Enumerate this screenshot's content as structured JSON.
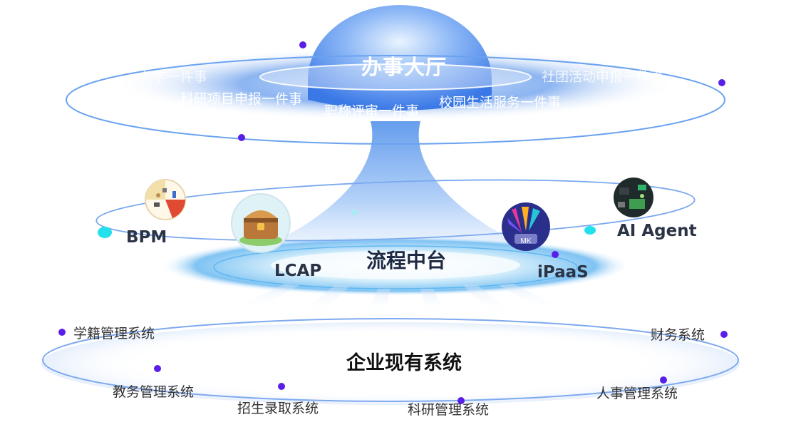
{
  "hall": {
    "title": "办事大厅",
    "items": [
      "入学一件事",
      "科研项目申报一件事",
      "职称评审一件事",
      "校园生活服务一件事",
      "社团活动申报一件事"
    ]
  },
  "platform": {
    "title": "流程中台",
    "items": [
      "BPM",
      "LCAP",
      "iPaaS",
      "AI Agent"
    ],
    "ipaas_badge": "MK"
  },
  "systems": {
    "title": "企业现有系统",
    "items": [
      "学籍管理系统",
      "财务系统",
      "教务管理系统",
      "招生录取系统",
      "科研管理系统",
      "人事管理系统"
    ]
  },
  "colors": {
    "primary_blue": "#3d7fe8",
    "ring_blue": "#6aa2f0",
    "dot_purple": "#5a1fe6",
    "dot_cyan": "#22e1ec"
  }
}
